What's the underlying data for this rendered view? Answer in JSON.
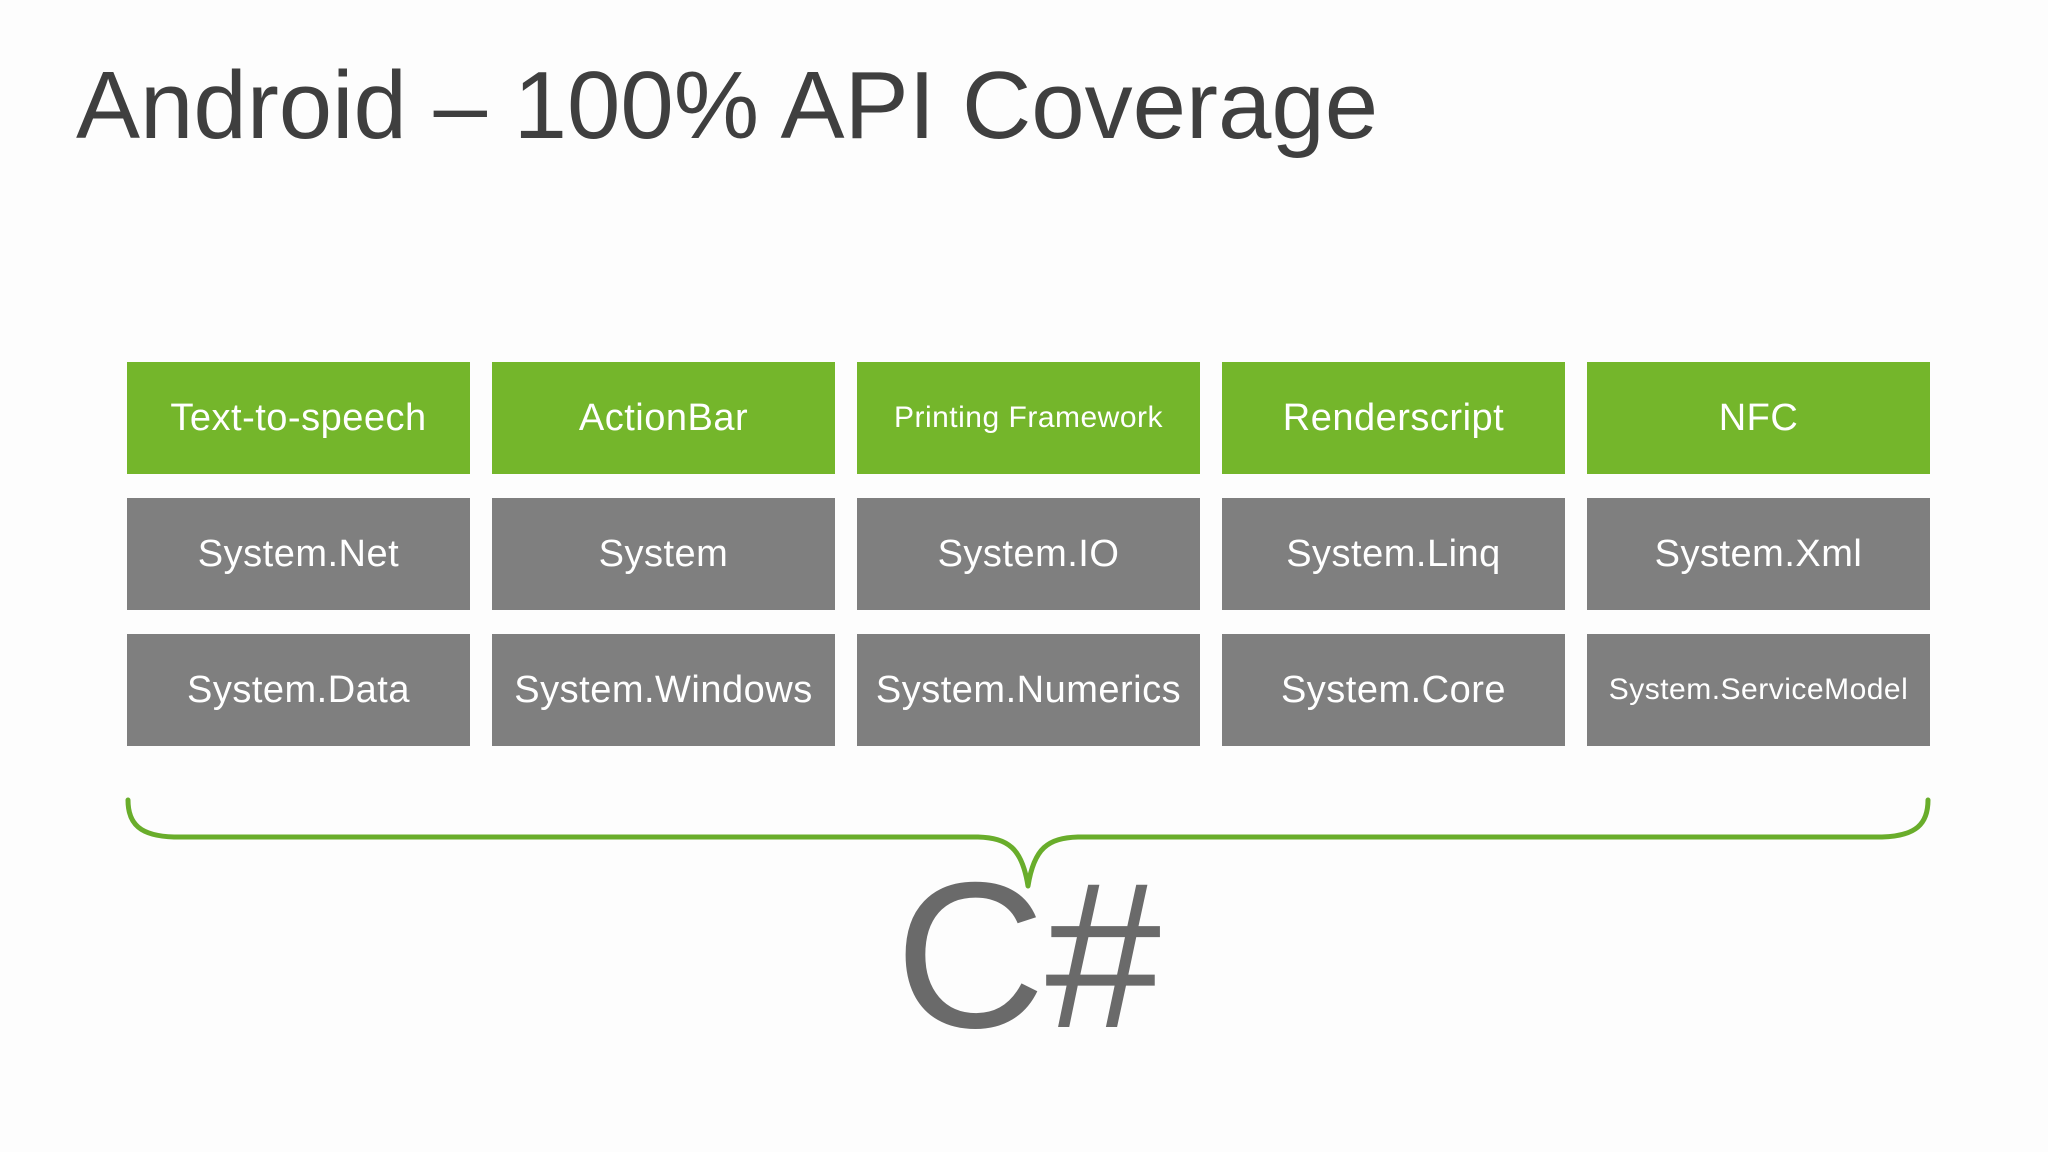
{
  "slide": {
    "title": "Android – 100% API Coverage",
    "language": "C#"
  },
  "grid": {
    "features": [
      "Text-to-speech",
      "ActionBar",
      "Printing Framework",
      "Renderscript",
      "NFC"
    ],
    "namespaces_row1": [
      "System.Net",
      "System",
      "System.IO",
      "System.Linq",
      "System.Xml"
    ],
    "namespaces_row2": [
      "System.Data",
      "System.Windows",
      "System.Numerics",
      "System.Core",
      "System.ServiceModel"
    ]
  },
  "colors": {
    "feature_green": "#74b62b",
    "namespace_gray": "#7f7f7f",
    "brace_green": "#69ad2b",
    "title_color": "#3f3f3f",
    "csharp_color": "#6a6a6a",
    "box_text": "#ffffff",
    "background": "#fdfdfd"
  }
}
